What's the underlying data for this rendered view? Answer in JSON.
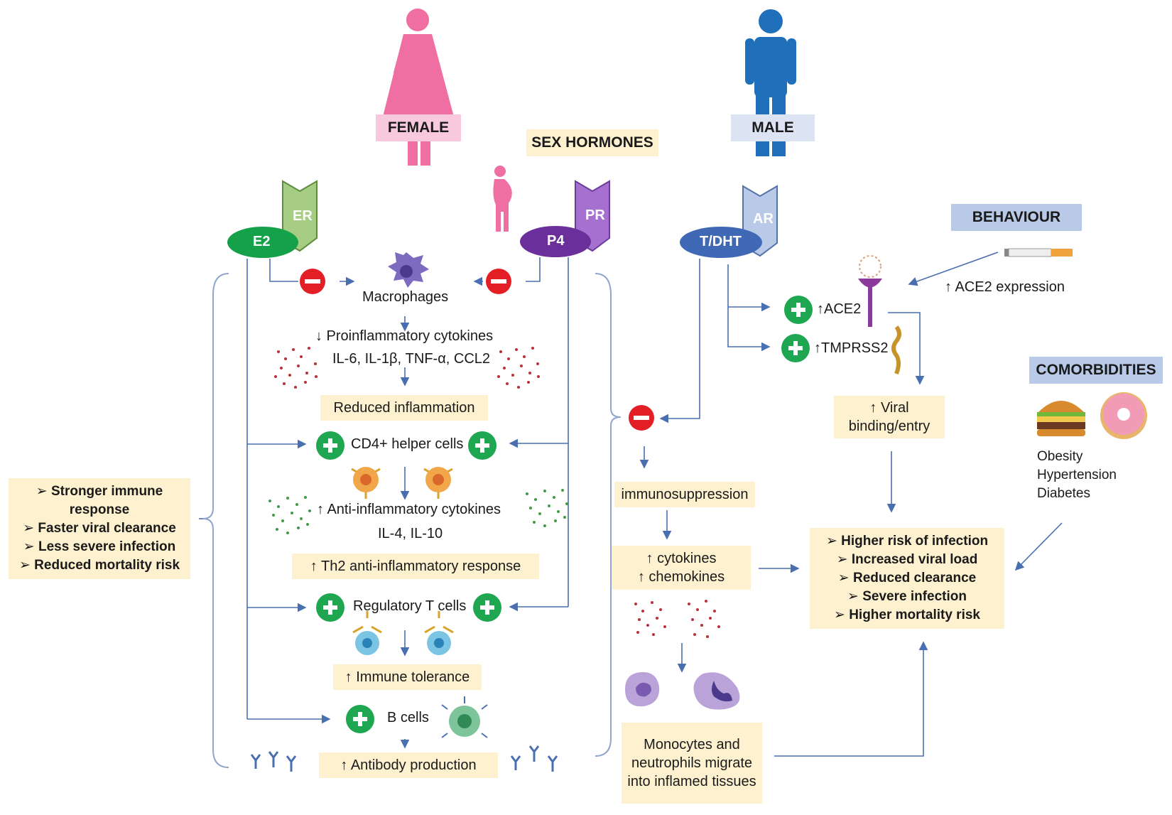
{
  "headers": {
    "female": "FEMALE",
    "male": "MALE",
    "sex_hormones": "SEX HORMONES",
    "behaviour": "BEHAVIOUR",
    "comorbidities": "COMORBIDITIES"
  },
  "hormones": {
    "e2": "E2",
    "er": "ER",
    "p4": "P4",
    "pr": "PR",
    "tdht": "T/DHT",
    "ar": "AR"
  },
  "female_path": {
    "macrophages": "Macrophages",
    "proinflammatory": "↓ Proinflammatory cytokines",
    "pro_list": "IL-6, IL-1β, TNF-α, CCL2",
    "reduced_inflammation": "Reduced inflammation",
    "cd4": "CD4+ helper cells",
    "anti_inflammatory": "↑ Anti-inflammatory cytokines",
    "anti_list": "IL-4, IL-10",
    "th2": "↑ Th2 anti-inflammatory response",
    "treg": "Regulatory T cells",
    "immune_tolerance": "↑ Immune tolerance",
    "bcells": "B cells",
    "antibody": "↑ Antibody production"
  },
  "female_outcomes": [
    "Stronger immune response",
    "Faster viral clearance",
    "Less severe infection",
    "Reduced mortality risk"
  ],
  "male_path": {
    "ace2": "↑ACE2",
    "tmprss2": "↑TMPRSS2",
    "ace2_expression": "↑ ACE2 expression",
    "viral_binding": "↑ Viral binding/entry",
    "immunosuppression": "immunosuppression",
    "cytokines": "↑ cytokines",
    "chemokines": "↑ chemokines",
    "migration": "Monocytes and neutrophils migrate into inflamed tissues"
  },
  "comorbidities_list": [
    "Obesity",
    "Hypertension",
    "Diabetes"
  ],
  "male_outcomes": [
    "Higher risk of infection",
    "Increased viral load",
    "Reduced clearance",
    "Severe infection",
    "Higher mortality risk"
  ],
  "colors": {
    "female_pink": "#ef6fa3",
    "male_blue": "#1f6fba",
    "box_fill": "#fdf1cf",
    "plus_green": "#1ea650",
    "minus_red": "#e31e24",
    "arrow_blue": "#4a6fb0"
  }
}
